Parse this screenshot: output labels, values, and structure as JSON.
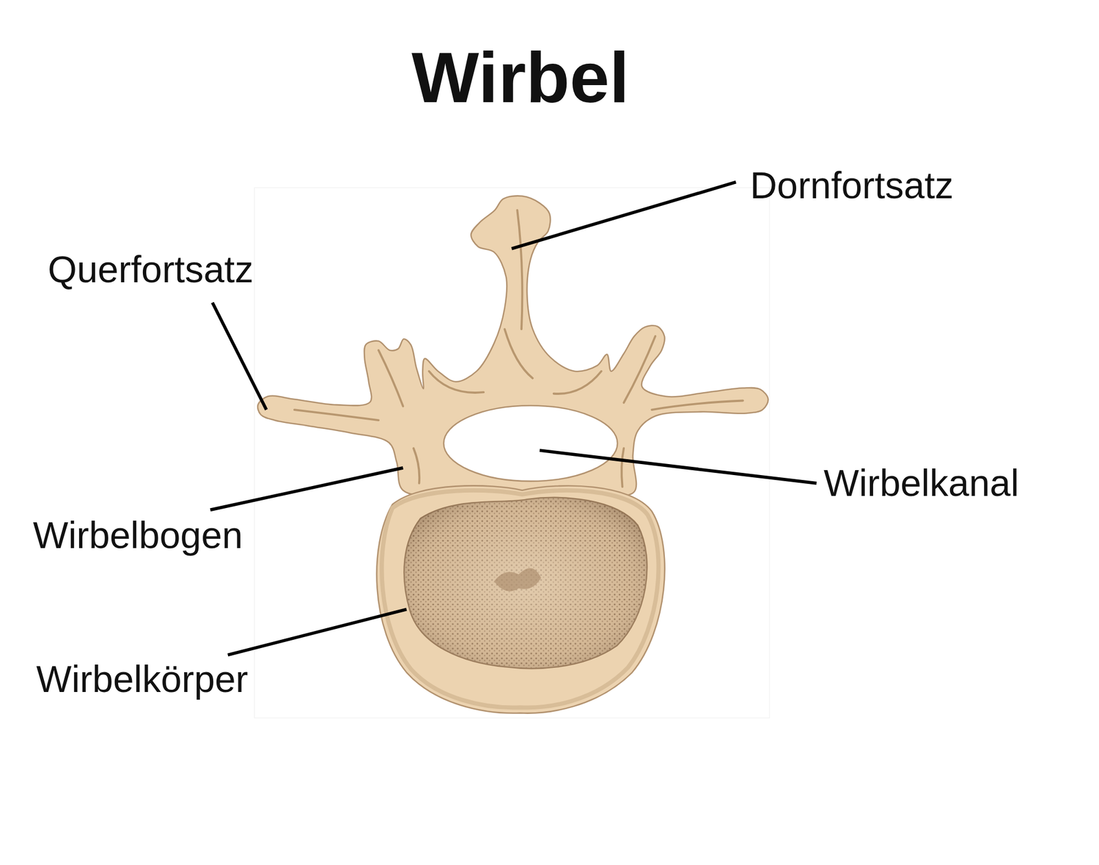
{
  "diagram": {
    "title": "Wirbel",
    "labels": [
      "Dornfortsatz",
      "Querfortsatz",
      "Wirbelkanal",
      "Wirbelbogen",
      "Wirbelkörper"
    ]
  }
}
